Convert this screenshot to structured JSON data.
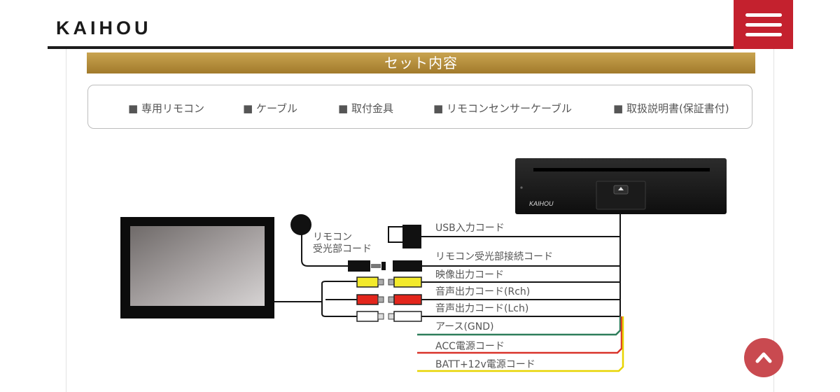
{
  "header": {
    "logo_text": "KAIHOU",
    "menu_icon": "hamburger-menu-icon",
    "accent_color": "#c4212e"
  },
  "section": {
    "title": "セット内容",
    "bar_color": "#b58d3c"
  },
  "set_contents": {
    "items": [
      "■ 専用リモコン",
      "■ ケーブル",
      "■ 取付金具",
      "■ リモコンセンサーケーブル",
      "■ 取扱説明書(保証書付)"
    ]
  },
  "diagram": {
    "device_brand": "KAIHOU",
    "remote_sensor_label": [
      "リモコン",
      "受光部コード"
    ],
    "wires": [
      "USB入力コード",
      "リモコン受光部接続コード",
      "映像出力コード",
      "音声出力コード(Rch)",
      "音声出力コード(Lch)",
      "アース(GND)",
      "ACC電源コード",
      "BATT+12v電源コード"
    ],
    "wire_colors": {
      "ground": "#2e7d5b",
      "acc": "#d9332a",
      "batt": "#e8d400"
    },
    "plug_colors": {
      "video": "#f3ea2c",
      "audio_r": "#e3261c",
      "audio_l": "#ffffff"
    }
  },
  "scroll_top": {
    "icon": "chevron-up-icon",
    "color": "#c94a50"
  }
}
